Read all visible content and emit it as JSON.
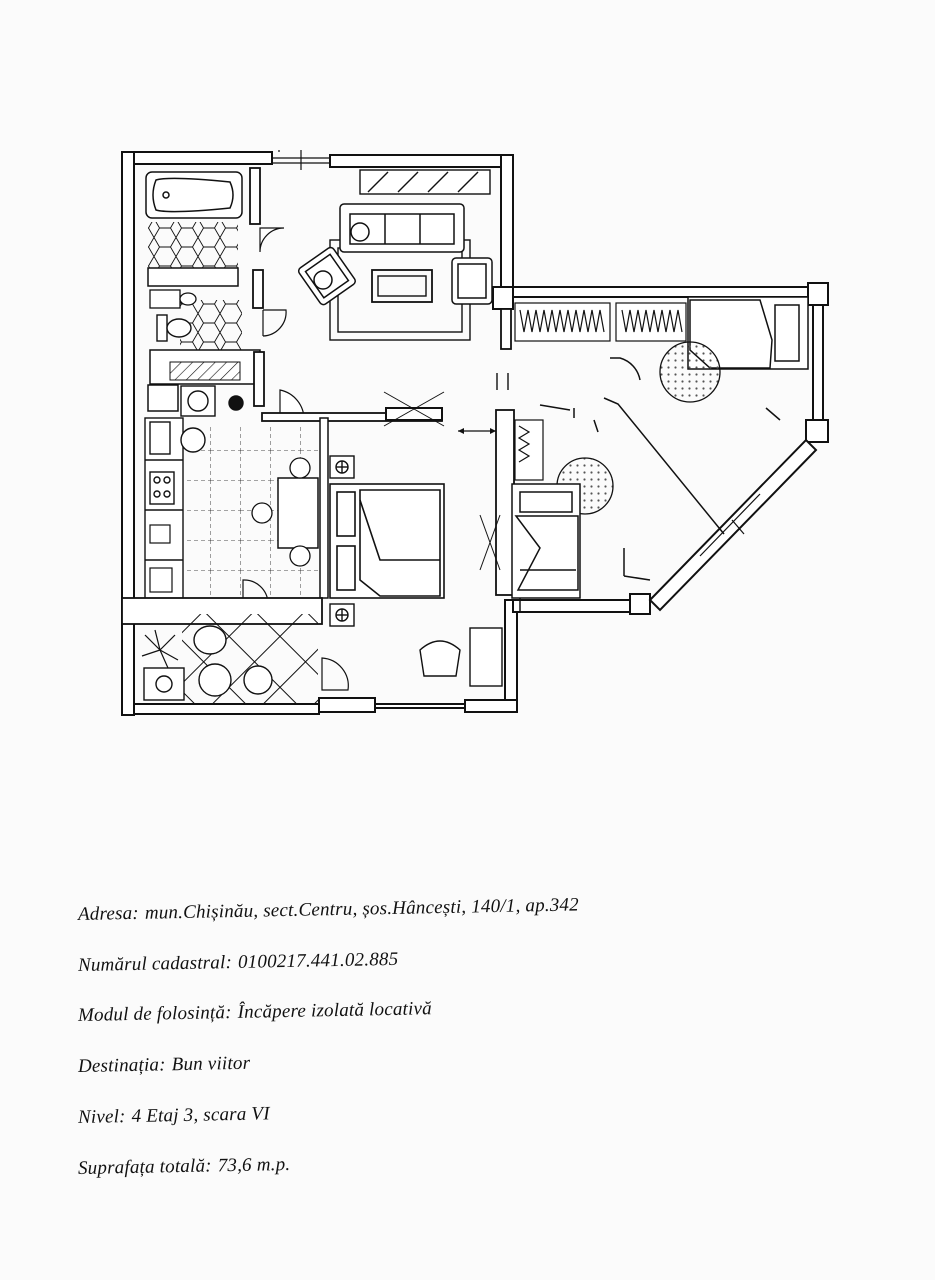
{
  "document": {
    "info_lines": [
      {
        "label": "Adresa:",
        "value": "mun.Chișinău, sect.Centru, șos.Hâncești, 140/1, ap.342"
      },
      {
        "label": "Numărul cadastral:",
        "value": "0100217.441.02.885"
      },
      {
        "label": "Modul de folosință:",
        "value": "Încăpere izolată locativă"
      },
      {
        "label": "Destinația:",
        "value": "Bun viitor"
      },
      {
        "label": "Nivel:",
        "value": "4 Etaj 3, scara VI"
      },
      {
        "label": "Suprafața totală:",
        "value": "73,6 m.p."
      }
    ]
  },
  "colors": {
    "ink": "#111111",
    "paper": "#fbfbfb",
    "wall_fill": "#ffffff",
    "dot_fill": "#555555"
  },
  "icons": [
    "bathtub-icon",
    "toilet-icon",
    "sink-icon",
    "sofa-icon",
    "armchair-icon",
    "bed-icon",
    "rug-icon",
    "dining-table-icon",
    "chair-icon",
    "wardrobe-icon",
    "round-rug-icon",
    "plant-icon",
    "washing-machine-icon",
    "stove-icon"
  ]
}
